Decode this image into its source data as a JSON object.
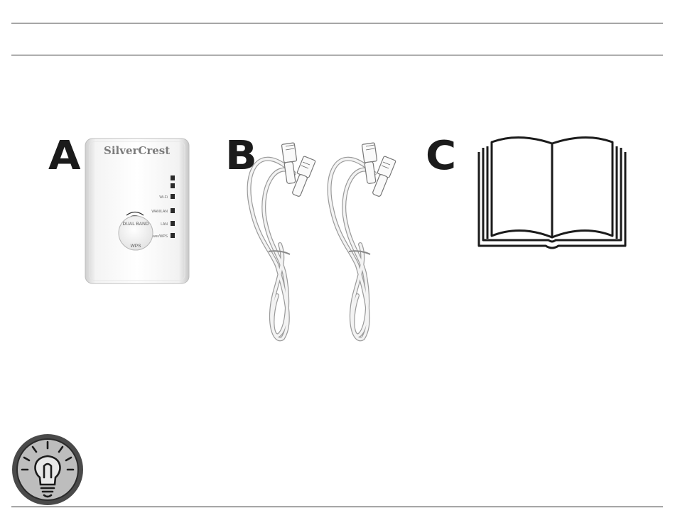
{
  "figure": {
    "labels": {
      "a": "A",
      "b": "B",
      "c": "C"
    },
    "device": {
      "brand": "SilverCrest",
      "indicators": [
        "Wi-Fi",
        "WAN/LAN",
        "LAN",
        "Power/WPS"
      ],
      "button_label_top": "DUAL BAND",
      "button_label_bottom": "WPS"
    },
    "icons": {
      "a": "wifi-repeater-device",
      "b": "network-cable-icon",
      "c": "open-book-icon",
      "tip": "lightbulb-icon"
    }
  }
}
